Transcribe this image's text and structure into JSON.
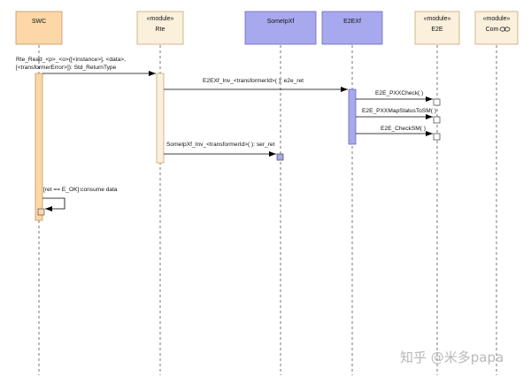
{
  "lifelines": [
    {
      "id": "swc",
      "name": "SWC",
      "stereotype": "",
      "fill": "#fcd7a8",
      "stroke": "#c8935a",
      "font_size": "7.5"
    },
    {
      "id": "rte",
      "name": "Rte",
      "stereotype": "«module»",
      "fill": "#fbf0dc",
      "stroke": "#c8a878",
      "font_size": "6.5"
    },
    {
      "id": "someipxf",
      "name": "SomeIpXf",
      "stereotype": "",
      "fill": "#a8a8ee",
      "stroke": "#6a6ab8",
      "font_size": "7.5"
    },
    {
      "id": "e2exf",
      "name": "E2EXf",
      "stereotype": "",
      "fill": "#a8a8ee",
      "stroke": "#6a6ab8",
      "font_size": "7.5"
    },
    {
      "id": "e2e",
      "name": "E2E",
      "stereotype": "«module»",
      "fill": "#fbf0dc",
      "stroke": "#c8a878",
      "font_size": "6.5"
    },
    {
      "id": "com",
      "name": "Com",
      "stereotype": "«module»",
      "fill": "#fbf0dc",
      "stroke": "#c8a878",
      "font_size": "6.5"
    }
  ],
  "messages": {
    "rte_read": {
      "line1": "Rte_Read_<p>_<o>([<instance>], <data>,",
      "line2": "[<transformerError>]): Std_ReturnType"
    },
    "e2exf_inv": "E2EXf_Inv_<transformerId>( ): e2e_ret",
    "pxxcheck": "E2E_PXXCheck( )",
    "pxxmap": "E2E_PXXMapStatusToSM( )",
    "checksm": "E2E_CheckSM( )",
    "someipxf_inv": "SomeIpXf_Inv_<transformerId>( ): ser_ret"
  },
  "self_message": "[ret == E_OK]:consume data",
  "watermark": "知乎 @米多papa"
}
